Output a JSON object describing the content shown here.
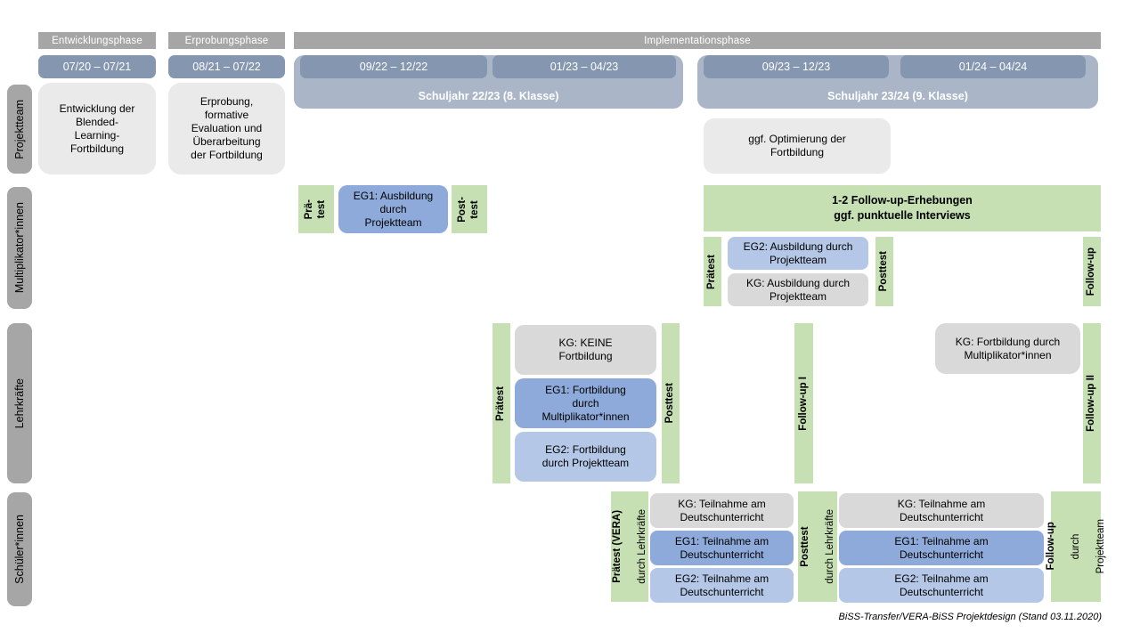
{
  "caption": "BiSS-Transfer/VERA-BiSS Projektdesign (Stand 03.11.2020)",
  "colors": {
    "phase_bar": "#a6a6a6",
    "date_bar": "#8496b0",
    "school_year_bar": "#aab6c8",
    "row_label_bar": "#a6a6a6",
    "light_box": "#ebeaea",
    "kg_box": "#d9d9d9",
    "eg1_box": "#8eaadb",
    "eg2_box": "#b4c7e7",
    "green_box": "#c6e0b4"
  },
  "phases": {
    "entwicklung": "Entwicklungsphase",
    "erprobung": "Erprobungsphase",
    "implementation": "Implementationsphase"
  },
  "dates": [
    "07/20 – 07/21",
    "08/21 – 07/22",
    "09/22 – 12/22",
    "01/23 – 04/23",
    "09/23 – 12/23",
    "01/24 – 04/24"
  ],
  "school_years": {
    "sy2223": "Schuljahr 22/23 (8. Klasse)",
    "sy2324": "Schuljahr 23/24 (9. Klasse)"
  },
  "rows": {
    "projektteam": "Projektteam",
    "multiplikatoren": "Multiplikator*innen",
    "lehrkraefte": "Lehrkräfte",
    "schueler": "Schüler*innen"
  },
  "projektteam": {
    "entwicklung_box": [
      "Entwicklung der",
      "Blended-",
      "Learning-",
      "Fortbildung"
    ],
    "erprobung_box": [
      "Erprobung,",
      "formative",
      "Evaluation und",
      "Überarbeitung",
      "der Fortbildung"
    ],
    "optimierung_box": [
      "ggf. Optimierung der",
      "Fortbildung"
    ]
  },
  "multiplikatoren": {
    "praetest1": [
      "Prä-",
      "test"
    ],
    "eg1": [
      "EG1: Ausbildung",
      "durch",
      "Projektteam"
    ],
    "posttest1": [
      "Post-",
      "test"
    ],
    "followup_box": [
      "1-2 Follow-up-Erhebungen",
      "ggf. punktuelle Interviews"
    ],
    "praetest2": "Prätest",
    "eg2": [
      "EG2: Ausbildung durch",
      "Projektteam"
    ],
    "kg": [
      "KG: Ausbildung durch",
      "Projektteam"
    ],
    "posttest2": "Posttest",
    "followup": "Follow-up"
  },
  "lehrkraefte": {
    "praetest": "Prätest",
    "kg1": [
      "KG: KEINE",
      "Fortbildung"
    ],
    "eg1": [
      "EG1: Fortbildung",
      "durch",
      "Multiplikator*innen"
    ],
    "eg2": [
      "EG2: Fortbildung",
      "durch Projektteam"
    ],
    "posttest": "Posttest",
    "followup1": "Follow-up I",
    "kg2": [
      "KG: Fortbildung durch",
      "Multiplikator*innen"
    ],
    "followup2": "Follow-up II"
  },
  "schueler": {
    "praetest_main": "Prätest (VERA)",
    "praetest_sub": "durch Lehrkräfte",
    "kg1": [
      "KG: Teilnahme am",
      "Deutschunterricht"
    ],
    "eg1_1": [
      "EG1: Teilnahme am",
      "Deutschunterricht"
    ],
    "eg2_1": [
      "EG2: Teilnahme am",
      "Deutschunterricht"
    ],
    "posttest_main": "Posttest",
    "posttest_sub": "durch Lehrkräfte",
    "kg2": [
      "KG: Teilnahme am",
      "Deutschunterricht"
    ],
    "eg1_2": [
      "EG1: Teilnahme am",
      "Deutschunterricht"
    ],
    "eg2_2": [
      "EG2: Teilnahme am",
      "Deutschunterricht"
    ],
    "followup_main": "Follow-up",
    "followup_sub1": "durch",
    "followup_sub2": "Projektteam"
  }
}
